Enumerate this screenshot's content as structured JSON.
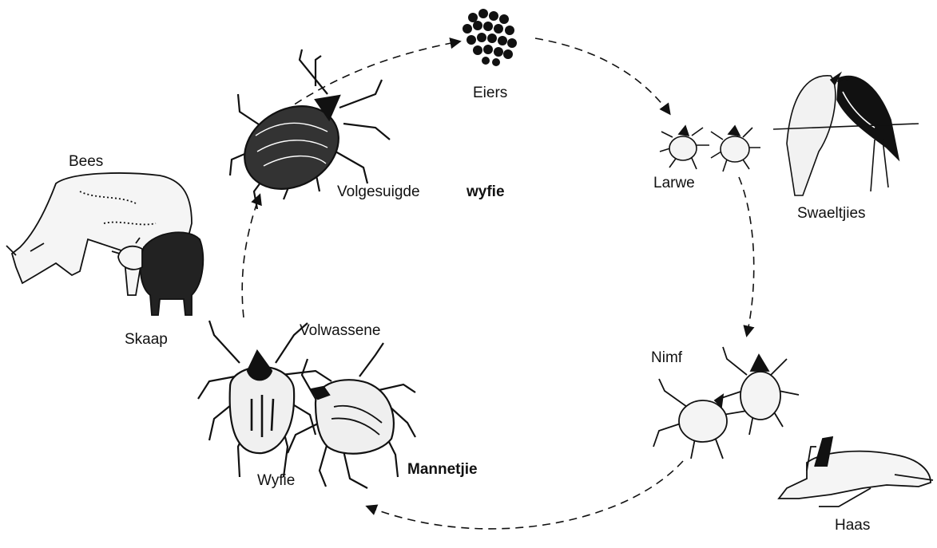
{
  "labels": {
    "eggs": "Eiers",
    "engorged_female_1": "Volgesuigde",
    "engorged_female_2": "wyfie",
    "larva": "Larwe",
    "swallows": "Swaeltjies",
    "cattle": "Bees",
    "sheep": "Skaap",
    "adults": "Volwassene",
    "nymph": "Nimf",
    "female": "Wyfie",
    "male": "Mannetjie",
    "hare": "Haas"
  },
  "colors": {
    "ink": "#111111",
    "background": "#ffffff"
  },
  "icons": [
    "egg-cluster-icon",
    "engorged-tick-icon",
    "larva-tick-icon",
    "swallows-icon",
    "cow-icon",
    "sheep-icon",
    "adult-female-tick-icon",
    "adult-male-tick-icon",
    "nymph-tick-icon",
    "hare-icon"
  ]
}
